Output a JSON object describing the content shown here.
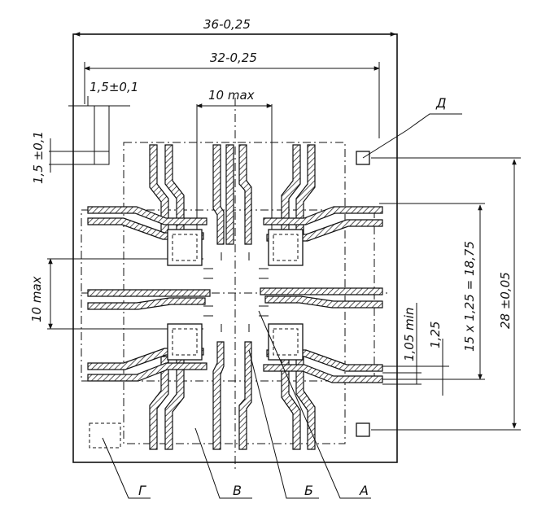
{
  "dimensions": {
    "outer_width": "36-0,25",
    "inner_width": "32-0,25",
    "slot_width": "1,5±0,1",
    "chip_width": "10 max",
    "slot_height": "1,5 ±0,1",
    "chip_height": "10 max",
    "lead_gap": "1,05 min",
    "lead_pitch": "1,25",
    "pitch_total": "15 x 1,25 = 18,75",
    "marker_spacing": "28 ±0,05"
  },
  "labels": {
    "g": "Г",
    "v": "В",
    "b": "Б",
    "a": "А",
    "d": "Д"
  }
}
